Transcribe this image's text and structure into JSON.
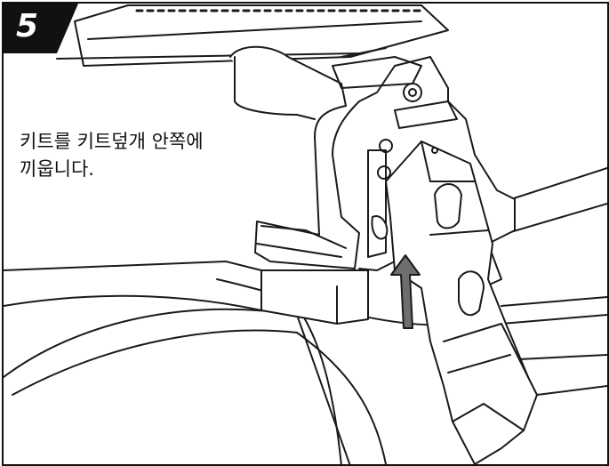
{
  "step": {
    "number": "5"
  },
  "instruction": {
    "line1": "키트를 키트덮개 안쪽에",
    "line2": "끼웁니다."
  },
  "colors": {
    "frame": "#111111",
    "badge": "#111111",
    "arrow": "#6e6e6e",
    "ink": "#1a1a1a"
  },
  "icons": {
    "arrow": "up-arrow-icon"
  }
}
